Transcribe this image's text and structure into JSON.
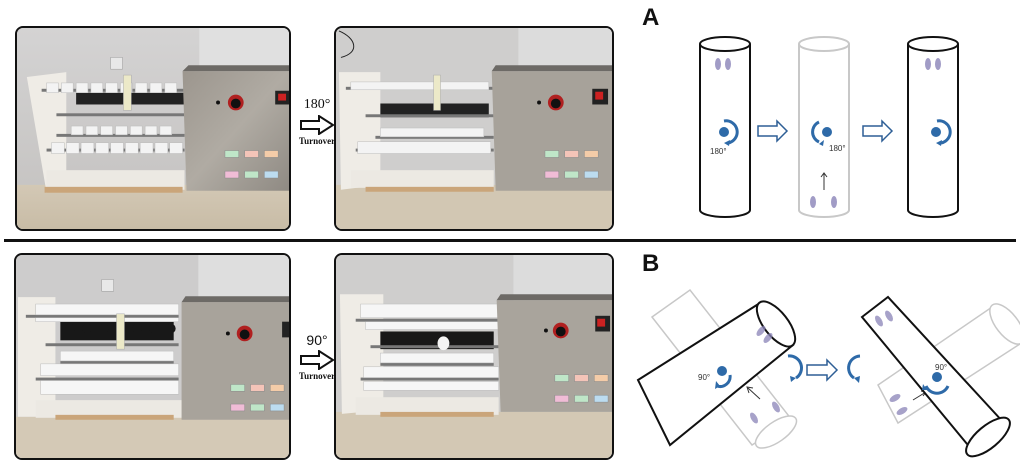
{
  "figure": {
    "panels": [
      {
        "id": "A",
        "label": "A",
        "turnover_angle": "180°",
        "turnover_caption": "Turnover",
        "diagram_angle_labels": [
          "180°",
          "180°"
        ]
      },
      {
        "id": "B",
        "label": "B",
        "turnover_angle": "90°",
        "turnover_caption": "Turnover",
        "diagram_angle_labels": [
          "90°",
          "90°"
        ]
      }
    ],
    "photos": [
      {
        "name": "apparatus-before-180",
        "description": "Tube rotator machine, tubes in upright position"
      },
      {
        "name": "apparatus-after-180",
        "description": "Tube rotator machine after 180° turnover"
      },
      {
        "name": "apparatus-before-90",
        "description": "Tube rotator machine with clip holders, before 90° turnover"
      },
      {
        "name": "apparatus-after-90",
        "description": "Tube rotator machine after 90° turnover"
      }
    ],
    "colors": {
      "rotation_blue": "#2e6aa8",
      "arrow_outline": "#2e5f96",
      "faded_tube": "#c8c8c8",
      "frame": "#111111"
    }
  }
}
